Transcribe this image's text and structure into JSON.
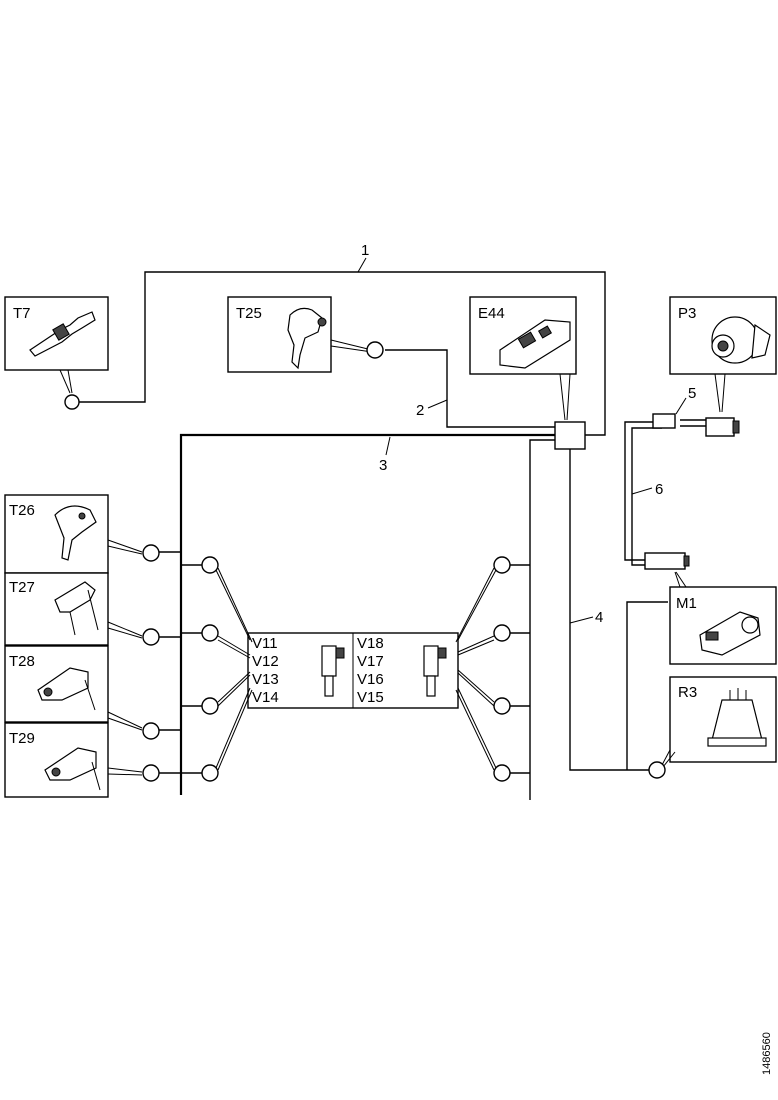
{
  "components": {
    "T7": "T7",
    "T25": "T25",
    "E44": "E44",
    "P3": "P3",
    "T26": "T26",
    "T27": "T27",
    "T28": "T28",
    "T29": "T29",
    "M1": "M1",
    "R3": "R3"
  },
  "wires": {
    "w1": "1",
    "w2": "2",
    "w3": "3",
    "w4": "4",
    "w5": "5",
    "w6": "6"
  },
  "injectors_left": [
    "V11",
    "V12",
    "V13",
    "V14"
  ],
  "injectors_right": [
    "V18",
    "V17",
    "V16",
    "V15"
  ],
  "reference": "1486560"
}
